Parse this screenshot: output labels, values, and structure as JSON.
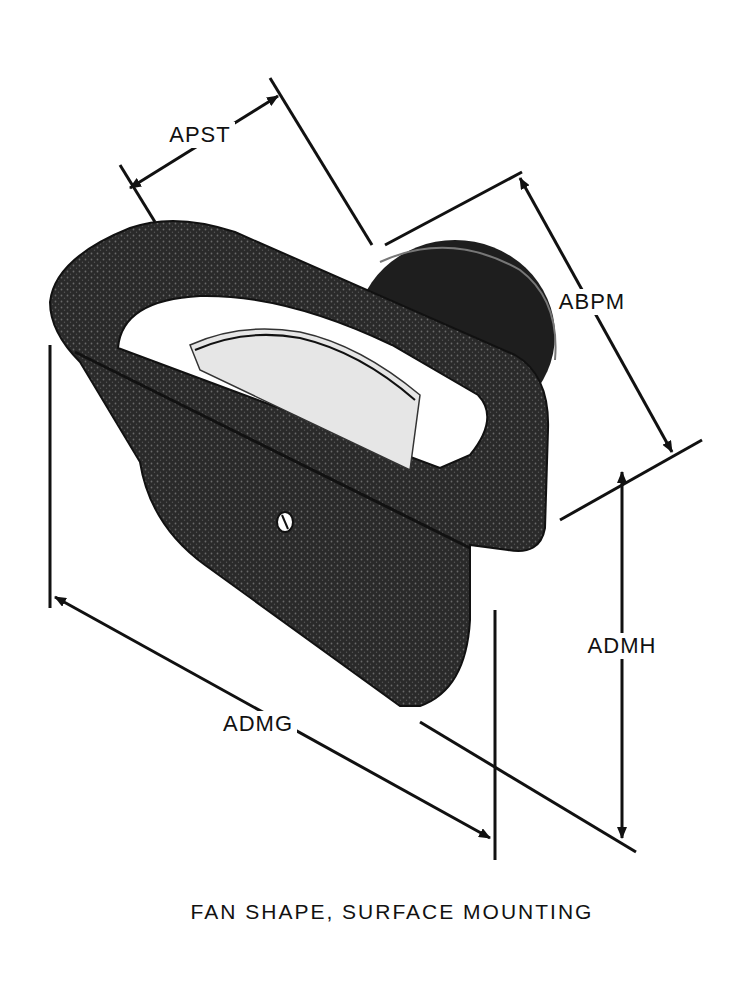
{
  "diagram": {
    "caption": "FAN SHAPE, SURFACE MOUNTING",
    "labels": [
      "APST",
      "ABPM",
      "ADMH",
      "ADMG"
    ]
  }
}
